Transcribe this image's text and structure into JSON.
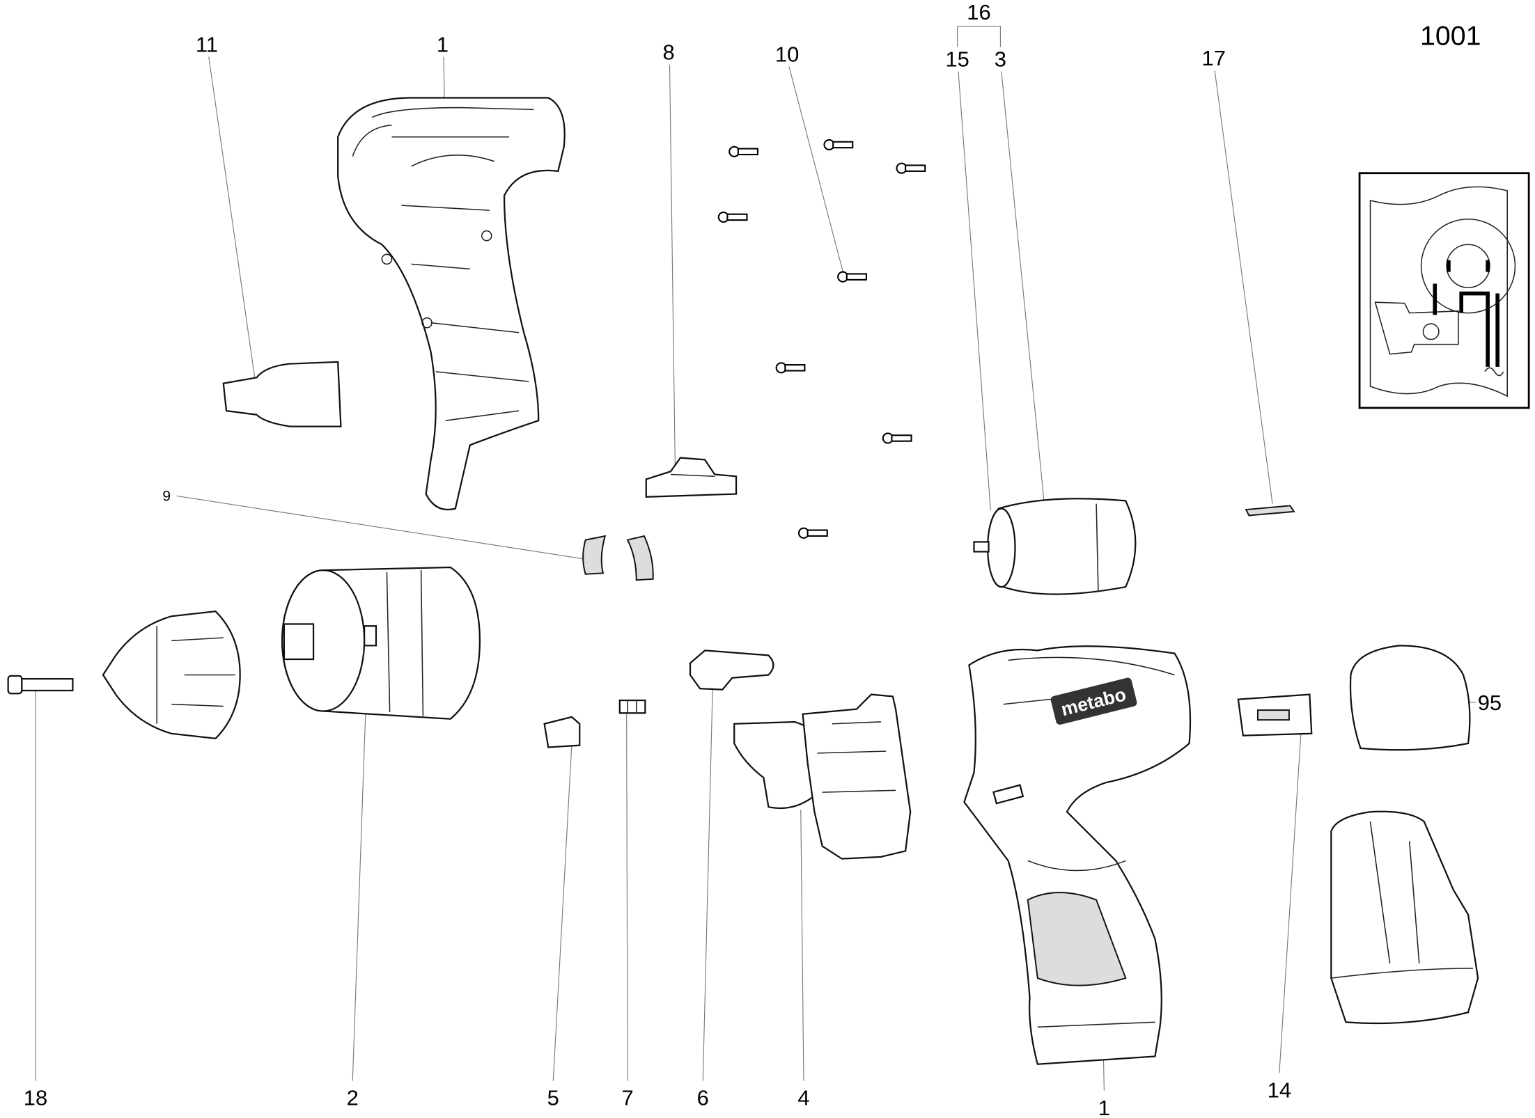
{
  "diagram": {
    "sheet_number": "1001",
    "labels": {
      "l11": "11",
      "l1_top": "1",
      "l8": "8",
      "l10": "10",
      "l16": "16",
      "l15": "15",
      "l3": "3",
      "l17": "17",
      "l9": "9",
      "l95": "95",
      "l18": "18",
      "l2": "2",
      "l5": "5",
      "l7": "7",
      "l6": "6",
      "l4": "4",
      "l1_bottom": "1",
      "l14": "14"
    },
    "brand_logo": "metabo"
  }
}
